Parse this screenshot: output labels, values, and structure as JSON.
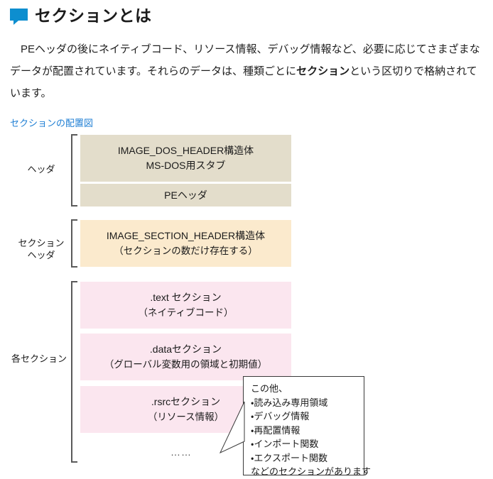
{
  "heading": {
    "icon": "speech-bubble-icon",
    "icon_color": "#0d8ecf",
    "title": "セクションとは"
  },
  "body": {
    "line1": "　PEヘッダの後にネイティブコード、リソース情報、デバッグ情報など、必要に応じてさまざまな",
    "line2_a": "データが配置されています。それらのデータは、種類ごとに",
    "line2_bold": "セクション",
    "line2_b": "という区切りで格納されて",
    "line3": "います。"
  },
  "diagram": {
    "caption": "セクションの配置図",
    "caption_color": "#1f7fd4",
    "groups": [
      {
        "name": "header-group",
        "label": "ヘッダ"
      },
      {
        "name": "section-header-group",
        "label_line1": "セクション",
        "label_line2": "ヘッダ"
      },
      {
        "name": "each-section-group",
        "label": "各セクション"
      }
    ],
    "blocks": [
      {
        "name": "image-dos-header-block",
        "line1": "IMAGE_DOS_HEADER構造体",
        "line2": "MS-DOS用スタブ",
        "color": "#e3ddcb"
      },
      {
        "name": "pe-header-block",
        "line1": "PEヘッダ",
        "line2": "",
        "color": "#e3ddcb"
      },
      {
        "name": "image-section-header-block",
        "line1": "IMAGE_SECTION_HEADER構造体",
        "line2": "（セクションの数だけ存在する）",
        "color": "#fbeacd"
      },
      {
        "name": "text-section-block",
        "line1": ".text セクション",
        "line2": "（ネイティブコード）",
        "color": "#fbe6ef"
      },
      {
        "name": "data-section-block",
        "line1": ".dataセクション",
        "line2": "（グローバル変数用の領域と初期値）",
        "color": "#fbe6ef"
      },
      {
        "name": "rsrc-section-block",
        "line1": ".rsrcセクション",
        "line2": "（リソース情報）",
        "color": "#fbe6ef"
      }
    ],
    "ellipsis": "……",
    "callout": {
      "line1": "この他、",
      "line2": "・読み込み専用領域",
      "line3": "・デバッグ情報",
      "line4": "・再配置情報",
      "line5": "・インポート関数",
      "line6": "・エクスポート関数",
      "line7": "などのセクションがあります"
    }
  }
}
